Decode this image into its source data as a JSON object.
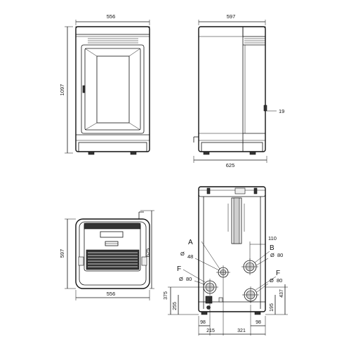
{
  "front_view": {
    "width_label": "556",
    "height_label": "1097"
  },
  "side_view": {
    "width_label": "597",
    "depth_label": "625",
    "offset_label": "19"
  },
  "top_view": {
    "width_label": "556",
    "depth_label": "597",
    "overall_label": "625"
  },
  "rear_view": {
    "labels": {
      "a": "A",
      "b": "B",
      "f_left": "F",
      "f_right": "F"
    },
    "diameters": {
      "a": "48",
      "b": "80",
      "f_left": "80",
      "f_right": "80",
      "symbol": "Ø"
    },
    "dims": {
      "top": "110",
      "h375": "375",
      "h255": "255",
      "h437": "437",
      "h195": "195",
      "w98_left": "98",
      "w215": "215",
      "w321": "321",
      "w98_right": "98"
    }
  }
}
